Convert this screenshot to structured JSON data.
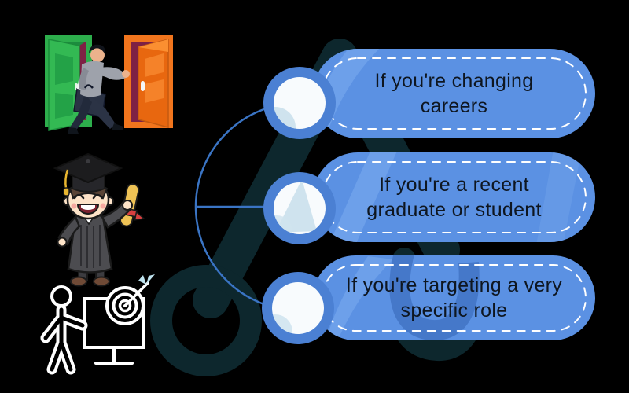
{
  "cards": [
    {
      "id": "changing-careers",
      "label": "If you're changing careers"
    },
    {
      "id": "recent-graduate",
      "label": "If you're a recent graduate or student"
    },
    {
      "id": "specific-role",
      "label": "If you're targeting a very specific role"
    }
  ],
  "illustrations": [
    {
      "name": "open-doors-career-change"
    },
    {
      "name": "graduate-with-diploma"
    },
    {
      "name": "target-presentation"
    }
  ],
  "colors": {
    "background": "#000000",
    "pill": "#5b91e3",
    "pill_accent_light": "#6da0ea",
    "pill_accent_dark": "#4578c9",
    "node_ring": "#4b80d3",
    "node_fill": "#f8fbfd",
    "node_shade": "#cfe3ee",
    "connector": "#3a74c4",
    "watermark": "#0d272d",
    "dashed_border": "#ffffff",
    "text": "#0e1620",
    "door_green": "#2dae4c",
    "door_green_leaf": "#33b953",
    "door_orange": "#f1751d",
    "door_orange_leaf": "#e8670f",
    "door_interior": "#7e2144",
    "suit_gray": "#9ea2ab",
    "diploma_yellow": "#eec255",
    "ribbon_red": "#d84040",
    "fletch_blue": "#bfe3ef"
  }
}
